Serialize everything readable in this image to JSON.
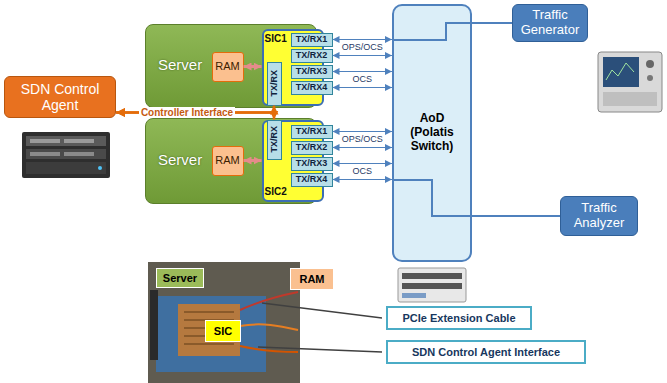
{
  "diagram": {
    "nodes": [
      {
        "text": [
          "Server"
        ]
      },
      {
        "text": [
          "RAM"
        ],
        "in": 0
      },
      {
        "text": [
          "SIC1"
        ],
        "in": 0
      },
      {
        "text": [
          "TX/RX1"
        ],
        "in": 2
      },
      {
        "text": [
          "TX/RX2"
        ],
        "in": 2
      },
      {
        "text": [
          "TX/RX3"
        ],
        "in": 2
      },
      {
        "text": [
          "TX/RX4"
        ],
        "in": 2
      },
      {
        "text": [
          "TX/RX"
        ],
        "in": 2
      },
      {
        "text": [
          "Traffic Generator"
        ]
      },
      {
        "text": [
          "SDN Control Agent"
        ]
      },
      {
        "text": [
          "AoD (Polatis Switch)"
        ]
      },
      {
        "text": [
          "Server"
        ]
      },
      {
        "text": [
          "RAM"
        ],
        "in": 11
      },
      {
        "text": [
          "SIC2"
        ],
        "in": 11
      },
      {
        "text": [
          "TX/RX"
        ],
        "in": 13
      },
      {
        "text": [
          "TX/RX1"
        ],
        "in": 13
      },
      {
        "text": [
          "TX/RX2"
        ],
        "in": 13
      },
      {
        "text": [
          "TX/RX3"
        ],
        "in": 13
      },
      {
        "text": [
          "TX/RX4"
        ],
        "in": 13
      },
      {
        "text": [
          "Traffic Analyzer"
        ]
      },
      {
        "text": [
          "Server"
        ]
      },
      {
        "text": [
          "RAM"
        ]
      },
      {
        "text": [
          "SIC"
        ]
      },
      {
        "text": [
          "PCIe Extension Cable"
        ]
      },
      {
        "text": [
          "SDN Control Agent Interface"
        ]
      }
    ],
    "edges": [
      {
        "from": 1,
        "to": 2,
        "arrow": "both"
      },
      {
        "from": 3,
        "to": 10,
        "arrow": "both",
        "label": "OPS/OCS"
      },
      {
        "from": 4,
        "to": 10,
        "arrow": "both"
      },
      {
        "from": 5,
        "to": 10,
        "arrow": "both",
        "label": "OCS"
      },
      {
        "from": 6,
        "to": 10,
        "arrow": "both"
      },
      {
        "from": 9,
        "to": 7,
        "arrow": "both",
        "label": "Controller Interface"
      },
      {
        "from": 9,
        "to": 14,
        "arrow": "both"
      },
      {
        "from": 12,
        "to": 13,
        "arrow": "both"
      },
      {
        "from": 15,
        "to": 10,
        "arrow": "both",
        "label": "OPS/OCS"
      },
      {
        "from": 16,
        "to": 10,
        "arrow": "both"
      },
      {
        "from": 17,
        "to": 10,
        "arrow": "both",
        "label": "OCS"
      },
      {
        "from": 18,
        "to": 10,
        "arrow": "both"
      },
      {
        "from": 8,
        "to": 10,
        "arrow": "none"
      },
      {
        "from": 10,
        "to": 19,
        "arrow": "none"
      }
    ]
  }
}
